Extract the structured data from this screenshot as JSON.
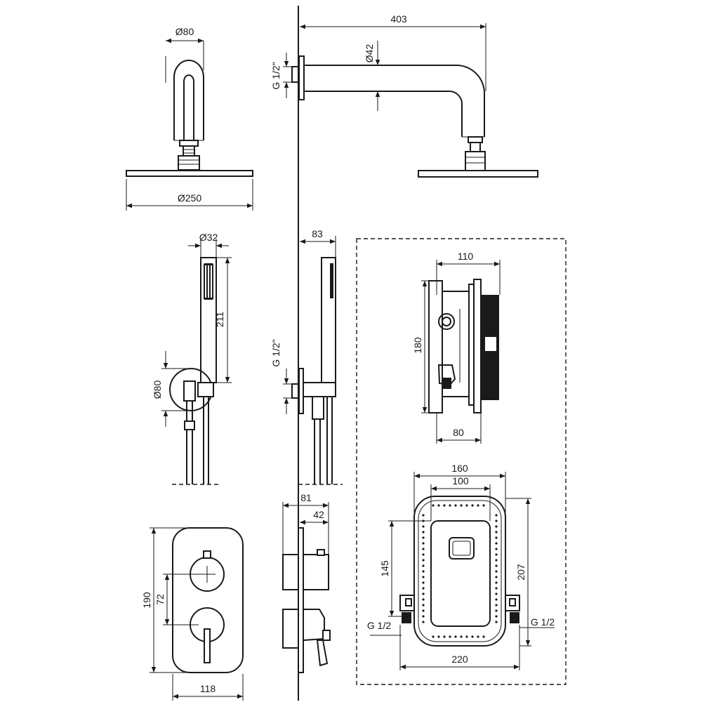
{
  "dimensions": {
    "head_diameter": "Ø80",
    "shower_diameter": "Ø250",
    "arm_length": "403",
    "arm_diameter": "Ø42",
    "arm_thread": "G 1/2\"",
    "hand_diameter": "Ø32",
    "hand_length": "211",
    "hand_holder_diameter": "Ø80",
    "hand_projection": "83",
    "hand_thread": "G 1/2\"",
    "valve_width": "110",
    "valve_height": "180",
    "valve_depth": "80",
    "box_width_outer": "160",
    "box_width_inner": "100",
    "box_height_inner": "145",
    "box_height_outer": "207",
    "box_width_total": "220",
    "box_thread_left": "G 1/2",
    "box_thread_right": "G 1/2",
    "plate_projection_outer": "81",
    "plate_projection_inner": "42",
    "plate_height": "190",
    "plate_spacing": "72",
    "plate_width": "118"
  },
  "colors": {
    "line": "#1a1a1a",
    "background": "#ffffff"
  }
}
